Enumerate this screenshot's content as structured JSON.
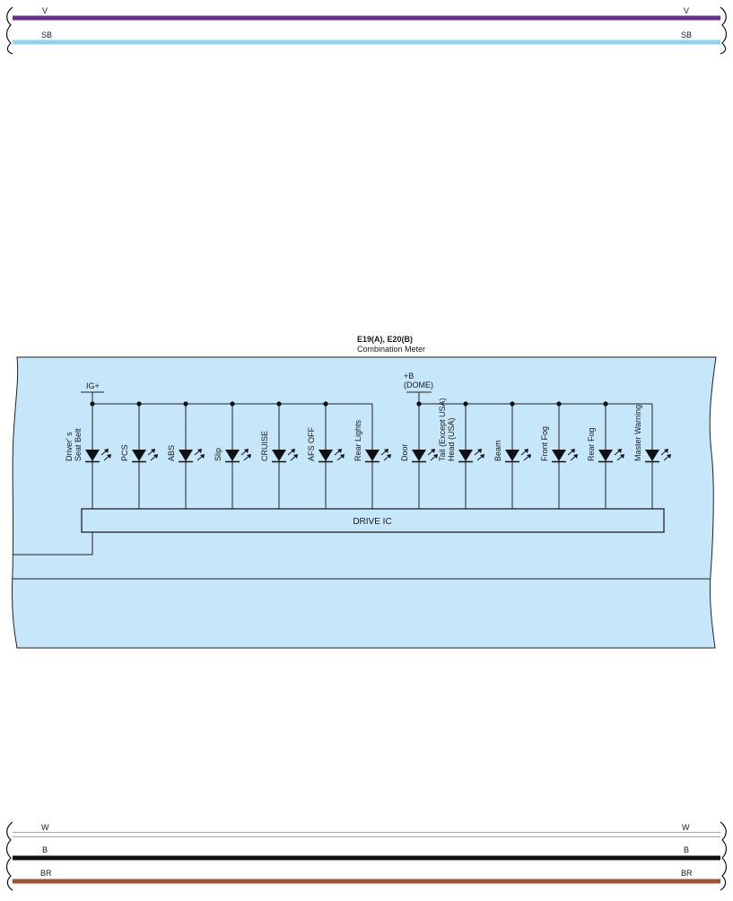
{
  "top_wires": [
    {
      "label": "V",
      "color": "#6b2c91"
    },
    {
      "label": "SB",
      "color": "#8fd3f4"
    }
  ],
  "bottom_wires": [
    {
      "label": "W",
      "color": "#ffffff"
    },
    {
      "label": "B",
      "color": "#111111"
    },
    {
      "label": "BR",
      "color": "#a0522d"
    }
  ],
  "component": {
    "code": "E19(A), E20(B)",
    "name": "Combination Meter",
    "fill_color": "#c5e7f9",
    "ic_label": "DRIVE IC"
  },
  "power": {
    "ig": "IG+",
    "b_line1": "+B",
    "b_line2": "(DOME)"
  },
  "lamps": [
    {
      "lines": [
        "Driver' s",
        "Seat Belt"
      ]
    },
    {
      "lines": [
        "PCS"
      ]
    },
    {
      "lines": [
        "ABS"
      ]
    },
    {
      "lines": [
        "Slip"
      ]
    },
    {
      "lines": [
        "CRUISE"
      ]
    },
    {
      "lines": [
        "AFS OFF"
      ]
    },
    {
      "lines": [
        "Rear Lights"
      ]
    },
    {
      "lines": [
        "Door"
      ]
    },
    {
      "lines": [
        "Tail (Except USA)",
        "Head (USA)"
      ]
    },
    {
      "lines": [
        "Beam"
      ]
    },
    {
      "lines": [
        "Front Fog"
      ]
    },
    {
      "lines": [
        "Rear Fog"
      ]
    },
    {
      "lines": [
        "Master Warning"
      ]
    }
  ]
}
